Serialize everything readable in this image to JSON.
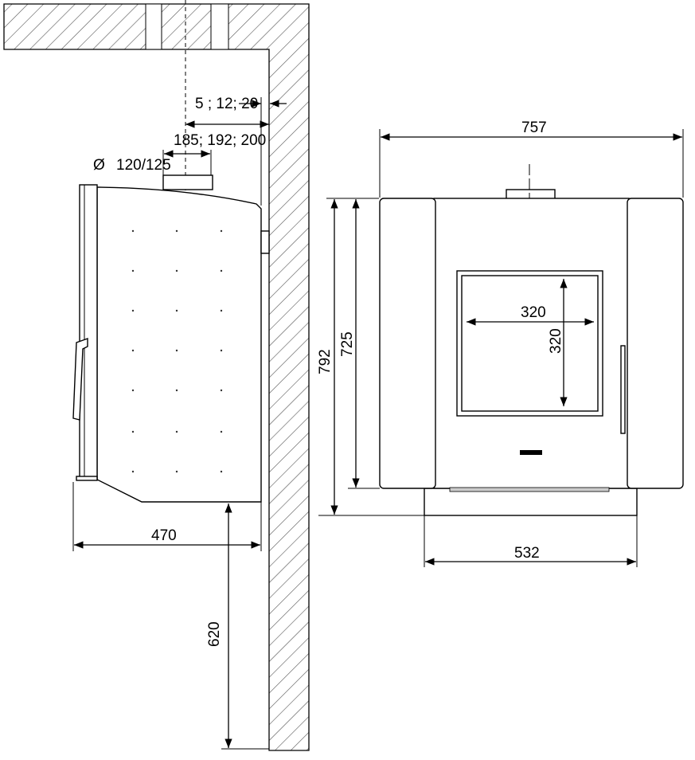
{
  "diagram": {
    "title": "Wall-mounted stove dimensions",
    "side_view": {
      "wall_clearance": "5 ; 12; 20",
      "flue_axis_distance": "185; 192; 200",
      "flue_diameter_symbol": "Ø",
      "flue_diameter": "120/125",
      "depth": "470",
      "floor_height": "620"
    },
    "front_view": {
      "total_width": "757",
      "total_height": "792",
      "body_height": "725",
      "base_width": "532",
      "window_width": "320",
      "window_height": "320"
    }
  }
}
